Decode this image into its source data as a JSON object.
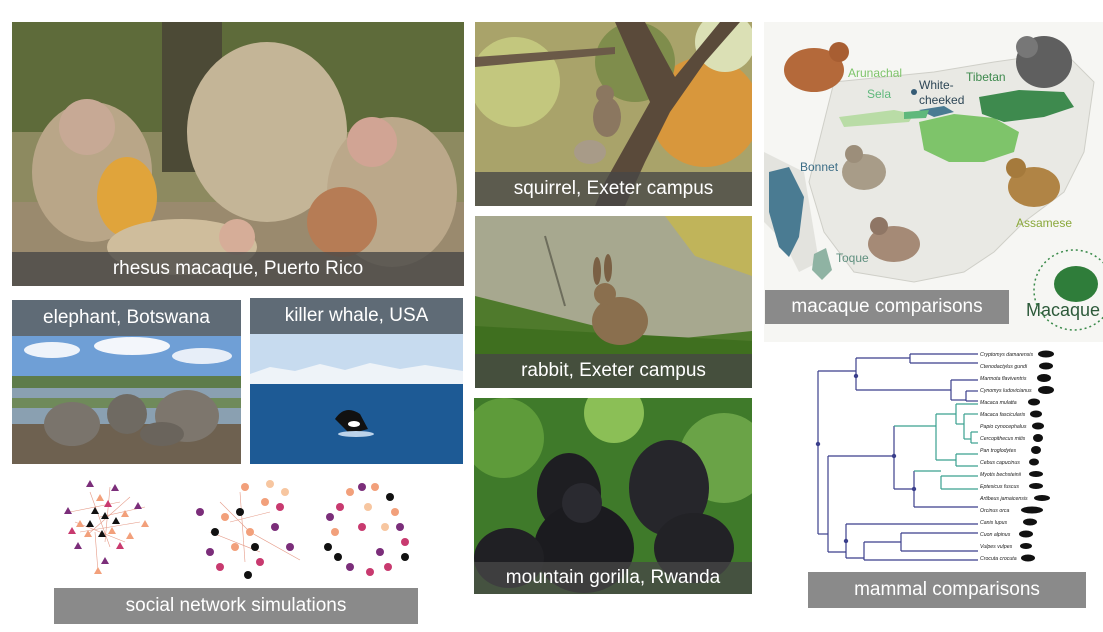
{
  "tiles": {
    "rhesus": {
      "caption": "rhesus macaque, Puerto Rico"
    },
    "squirrel": {
      "caption": "squirrel, Exeter campus"
    },
    "rabbit": {
      "caption": "rabbit, Exeter campus"
    },
    "gorilla": {
      "caption": "mountain gorilla, Rwanda"
    },
    "elephant": {
      "caption": "elephant, Botswana"
    },
    "whale": {
      "caption": "killer whale, USA"
    },
    "macaque_map": {
      "caption": "macaque comparisons",
      "labels": {
        "arunachal": "Arunachal",
        "sela": "Sela",
        "white": "White-",
        "cheeked": "cheeked",
        "tibetan": "Tibetan",
        "bonnet": "Bonnet",
        "assamese": "Assamese",
        "toque": "Toque"
      },
      "logo_text": "Macaque"
    },
    "social": {
      "caption": "social network simulations"
    },
    "mammal": {
      "caption": "mammal comparisons",
      "taxa": [
        "Cryptomys damarensis",
        "Ctenodactylus gundi",
        "Marmota flaviventris",
        "Cynomys ludovicianus",
        "Macaca mulatta",
        "Macaca fascicularis",
        "Papio cynocephalus",
        "Cercopithecus mitis",
        "Pan troglodytes",
        "Cebus capucinus",
        "Myotis bechsteinii",
        "Eptesicus fuscus",
        "Artibeus jamaicensis",
        "Orcinus orca",
        "Canis lupus",
        "Cuon alpinus",
        "Vulpes vulpes",
        "Crocuta crocuta"
      ]
    }
  },
  "colors": {
    "tree_blue": "#3b3f8c",
    "tree_teal": "#3aa08f",
    "map_green": "#7ec46a",
    "map_blue": "#4a7b92"
  }
}
